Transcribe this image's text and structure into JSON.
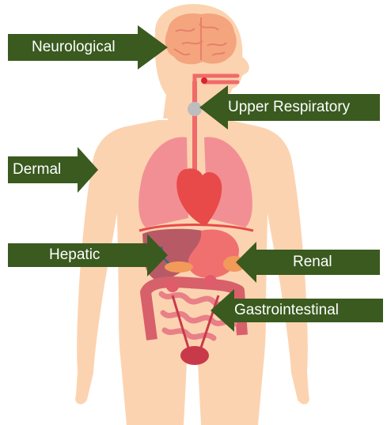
{
  "colors": {
    "background": "#ffffff",
    "body": "#fcd3b0",
    "organ_red": "#f06a6a",
    "lungs": "#f28f95",
    "heart": "#e84a4a",
    "liver": "#b85a66",
    "brain": "#f4a57e",
    "brain_line": "#e8806a",
    "arrow": "#3a5a1f",
    "label_text": "#ffffff"
  },
  "labels": {
    "neurological": "Neurological",
    "upper_respiratory": "Upper Respiratory",
    "dermal": "Dermal",
    "hepatic": "Hepatic",
    "renal": "Renal",
    "gastrointestinal": "Gastrointestinal"
  }
}
